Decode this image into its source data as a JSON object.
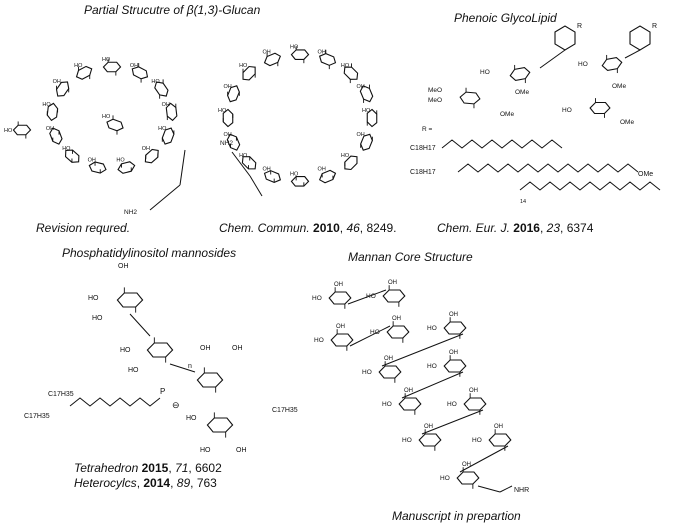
{
  "titles": {
    "glucan": "Partial Strucutre of β(1,3)-Glucan",
    "glycolipid": "Phenoic GlycoLipid",
    "pim": "Phosphatidylinositol mannosides",
    "mannan": "Mannan Core Structure"
  },
  "captions": {
    "revision": "Revision requred.",
    "chemcomm": {
      "journal": "Chem. Commun.",
      "year": "2010",
      "vol": "46",
      "page": "8249."
    },
    "chemeur": {
      "journal": "Chem. Eur. J.",
      "year": "2016",
      "vol": "23",
      "page": "6374"
    },
    "tetrahedron": {
      "journal": "Tetrahedron",
      "year": "2015",
      "vol": "71",
      "page": "6602"
    },
    "heterocycles": {
      "journal": "Heterocylcs",
      "year": "2014",
      "vol": "89",
      "page": "763"
    },
    "manuscript": "Manuscript in prepartion"
  },
  "labels": {
    "oh": "OH",
    "ho": "HO",
    "ome": "OMe",
    "meo": "MeO",
    "nh2": "NH2",
    "nhr": "NHR",
    "r": "R",
    "r_eq": "R =",
    "c18h17": "C18H17",
    "c17h35": "C17H35",
    "n": "n",
    "p": "P",
    "o_minus": "⊖",
    "sub14": "14"
  }
}
